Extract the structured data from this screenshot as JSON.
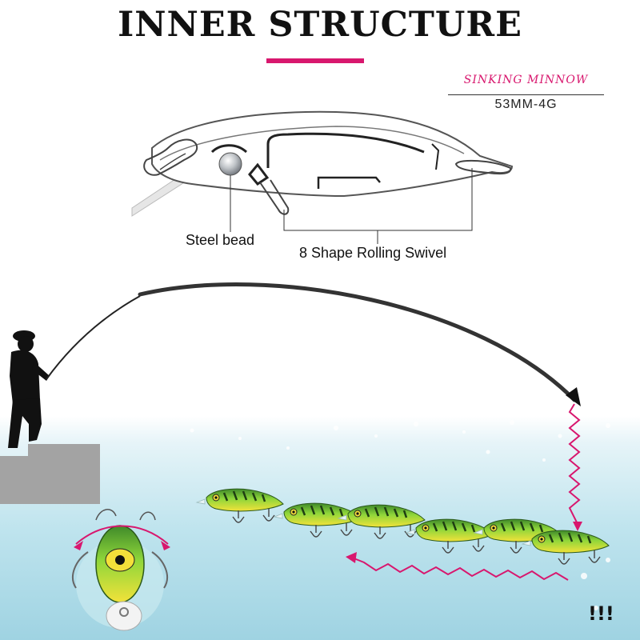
{
  "title": "INNER STRUCTURE",
  "product": {
    "model": "SINKING MINNOW",
    "spec": "53MM-4G"
  },
  "labels": {
    "steel_bead": "Steel bead",
    "swivel": "8 Shape Rolling Swivel"
  },
  "warning_mark": "!!!",
  "colors": {
    "accent": "#d8176e",
    "water": "#bfe4ee",
    "lure_green": "#8fd63a",
    "lure_yellow": "#f2e23a"
  }
}
